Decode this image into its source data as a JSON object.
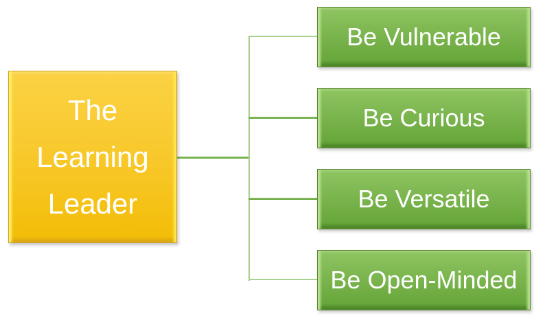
{
  "diagram": {
    "root_label": "The Learning Leader",
    "children": [
      {
        "label": "Be Vulnerable"
      },
      {
        "label": "Be Curious"
      },
      {
        "label": "Be Versatile"
      },
      {
        "label": "Be Open-Minded"
      }
    ],
    "colors": {
      "root_fill_top": "#FBD245",
      "root_fill_bottom": "#F2BD06",
      "root_border": "#CDA02B",
      "root_highlight": "#FFF064",
      "child_fill_top": "#8FC562",
      "child_fill_bottom": "#63A437",
      "child_border": "#557F33",
      "child_highlight": "#BFE294",
      "connector_light": "#A9D18E",
      "connector_dark": "#70AD47",
      "text": "#FFFFFF"
    }
  }
}
